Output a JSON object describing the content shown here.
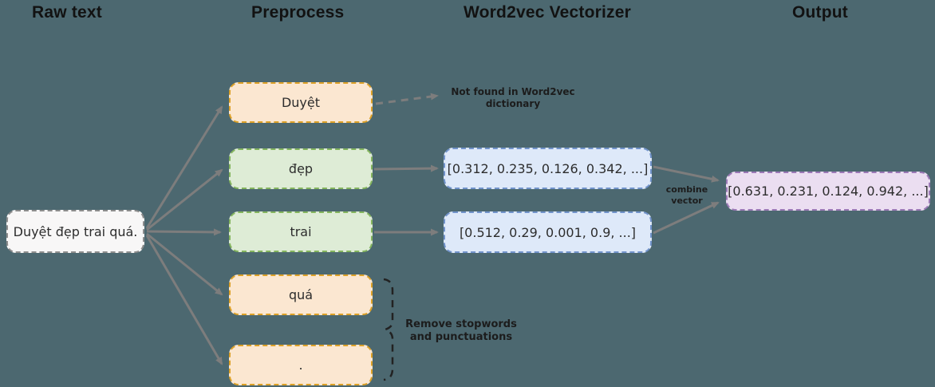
{
  "title": "Word2vec vectorization pipeline diagram",
  "colors": {
    "background": "#4c6870",
    "arrow": "#7d7d7d",
    "orange_fill": "#fbe7d1",
    "orange_border": "#dda127",
    "green_fill": "#deecd6",
    "green_border": "#84b55e",
    "blue_fill": "#dee9f9",
    "blue_border": "#7193cb",
    "purple_fill": "#ebdef1",
    "purple_border": "#9b79b6",
    "white_fill": "#f8f7f7",
    "white_border": "#8d8d8d"
  },
  "headers": {
    "raw_text": "Raw text",
    "preprocess": "Preprocess",
    "word2vec": "Word2vec Vectorizer",
    "output": "Output"
  },
  "nodes": {
    "raw_sentence": "Duyệt đẹp trai quá.",
    "token_duyet": "Duyệt",
    "token_dep": "đẹp",
    "token_trai": "trai",
    "token_qua": "quá",
    "token_dot": ".",
    "vector_dep": "[0.312, 0.235, 0.126, 0.342, ...]",
    "vector_trai": "[0.512, 0.29, 0.001, 0.9, ...]",
    "vector_output": "[0.631, 0.231, 0.124, 0.942, ...]"
  },
  "annotations": {
    "not_found": "Not found in Word2vec\ndictionary",
    "combine": "combine\nvector",
    "remove": "Remove stopwords\nand punctuations"
  }
}
